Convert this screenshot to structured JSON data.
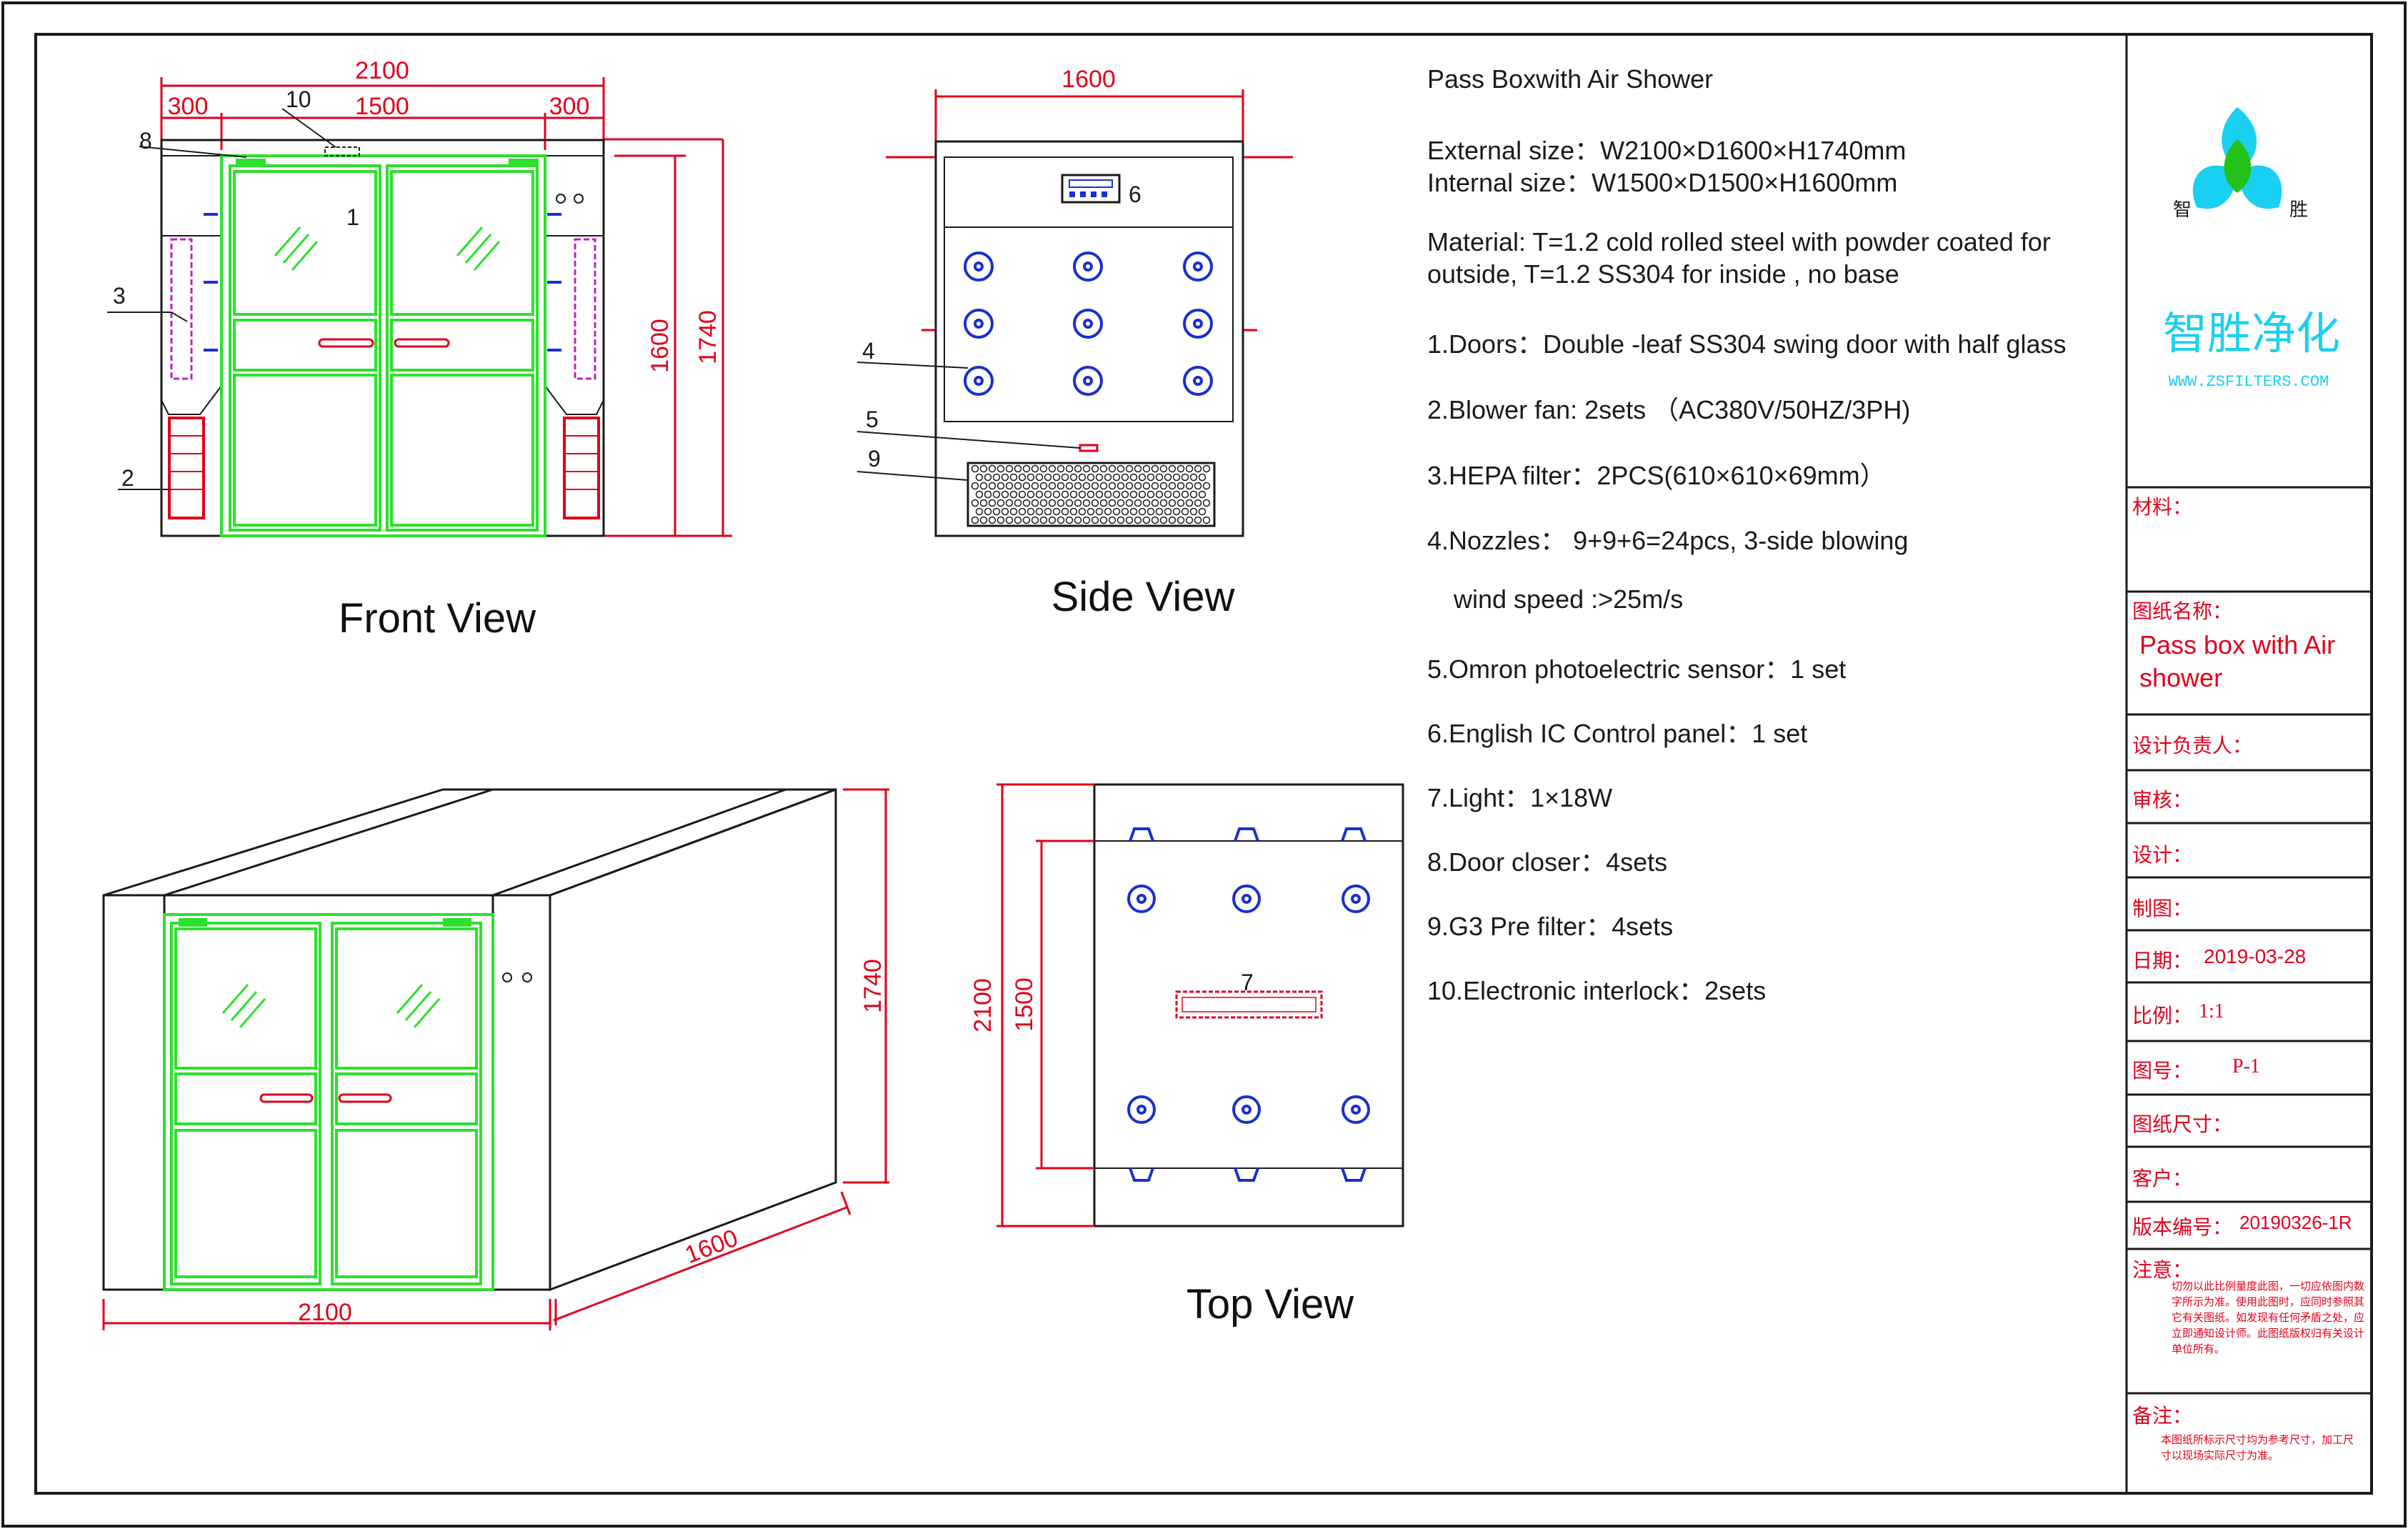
{
  "drawing": {
    "front_view": {
      "title": "Front View",
      "dim_total": "2100",
      "dim_left": "300",
      "dim_center": "1500",
      "dim_right": "300",
      "dim_inner_height": "1600",
      "dim_outer_height": "1740",
      "callouts": [
        "1",
        "2",
        "3",
        "8",
        "10"
      ]
    },
    "side_view": {
      "title": "Side View",
      "dim_depth": "1600",
      "callouts": [
        "4",
        "5",
        "6",
        "9"
      ]
    },
    "iso_view": {
      "dim_width": "2100",
      "dim_depth": "1600",
      "dim_height": "1740"
    },
    "top_view": {
      "title": "Top View",
      "dim_outer": "2100",
      "dim_inner": "1500",
      "callouts": [
        "7"
      ]
    }
  },
  "specs": {
    "title": "Pass Boxwith Air Shower",
    "external": "External size：W2100×D1600×H1740mm",
    "internal": "Internal size：W1500×D1500×H1600mm",
    "material_1": "Material: T=1.2 cold rolled steel with powder coated for",
    "material_2": "outside, T=1.2 SS304 for inside , no base",
    "item1": "1.Doors：Double -leaf SS304  swing door  with half glass",
    "item2": "2.Blower fan: 2sets （AC380V/50HZ/3PH)",
    "item3": "3.HEPA filter：2PCS(610×610×69mm）",
    "item4": "4.Nozzles：  9+9+6=24pcs, 3-side blowing",
    "item4b": "wind speed :>25m/s",
    "item5": "5.Omron photoelectric sensor：1 set",
    "item6": "6.English IC Control panel：1 set",
    "item7": "7.Light：1×18W",
    "item8": "8.Door closer：4sets",
    "item9": "9.G3 Pre filter：4sets",
    "item10": "10.Electronic interlock：2sets"
  },
  "title_block": {
    "logo_char_left": "智",
    "logo_char_right": "胜",
    "company": "智胜净化",
    "website": "WWW.ZSFILTERS.COM",
    "material_label": "材料：",
    "drawing_name_label": "图纸名称：",
    "drawing_name_1": "Pass box with Air",
    "drawing_name_2": "shower",
    "designer_lead_label": "设计负责人：",
    "review_label": "审核：",
    "design_label": "设计：",
    "draft_label": "制图：",
    "date_label": "日期：",
    "date_value": "2019-03-28",
    "scale_label": "比例：",
    "scale_value": "1:1",
    "drawing_no_label": "图号：",
    "drawing_no_value": "P-1",
    "sheet_size_label": "图纸尺寸：",
    "client_label": "客户：",
    "version_label": "版本编号：",
    "version_value": "20190326-1R",
    "note_label": "注意：",
    "note_text": "切勿以此比例量度此图，一切应依图内数字所示为准。使用此图时，应同时参照其它有关图纸。如发现有任何矛盾之处，应立即通知设计师。此图纸版权归有关设计单位所有。",
    "remark_label": "备注：",
    "remark_text": "本图纸所标示尺寸均为参考尺寸，加工尺寸以现场实际尺寸为准。"
  },
  "colors": {
    "frame": "#1a1a1a",
    "door": "#2ee02e",
    "dimension": "#e0001b",
    "nozzle": "#1a2fd0",
    "logo_cyan": "#1ad0f0",
    "logo_green": "#22c21a",
    "filter_magenta": "#c020c0"
  }
}
